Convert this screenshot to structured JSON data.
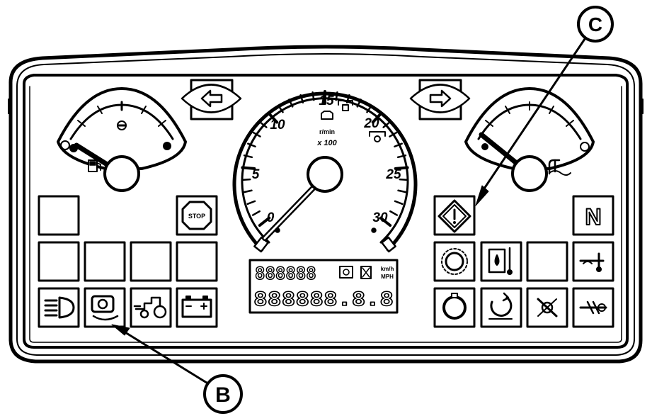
{
  "callouts": {
    "c_label": "C",
    "b_label": "B"
  },
  "tachometer": {
    "scale": [
      "0",
      "5",
      "10",
      "15",
      "20",
      "25",
      "30"
    ],
    "unit_line1": "r/min",
    "unit_line2": "x 100"
  },
  "lcd": {
    "top_digits": "888888",
    "bottom_digits": "888888.8.8",
    "unit_top": "km/h",
    "unit_bottom": "MPH"
  },
  "indicators": {
    "neutral_label": "N",
    "stop_label": "STOP"
  },
  "colors": {
    "stroke": "#000000",
    "background": "#ffffff"
  },
  "icons": [
    "turn-left-icon",
    "turn-right-icon",
    "fuel-gauge-icon",
    "temperature-gauge-icon",
    "stop-icon",
    "warning-diamond-icon",
    "neutral-icon",
    "headlight-icon",
    "transmission-icon",
    "tractor-icon",
    "battery-icon",
    "air-filter-icon",
    "hydraulic-oil-icon",
    "coolant-icon",
    "engine-oil-icon",
    "brake-icon",
    "pto-icon",
    "fan-icon"
  ]
}
